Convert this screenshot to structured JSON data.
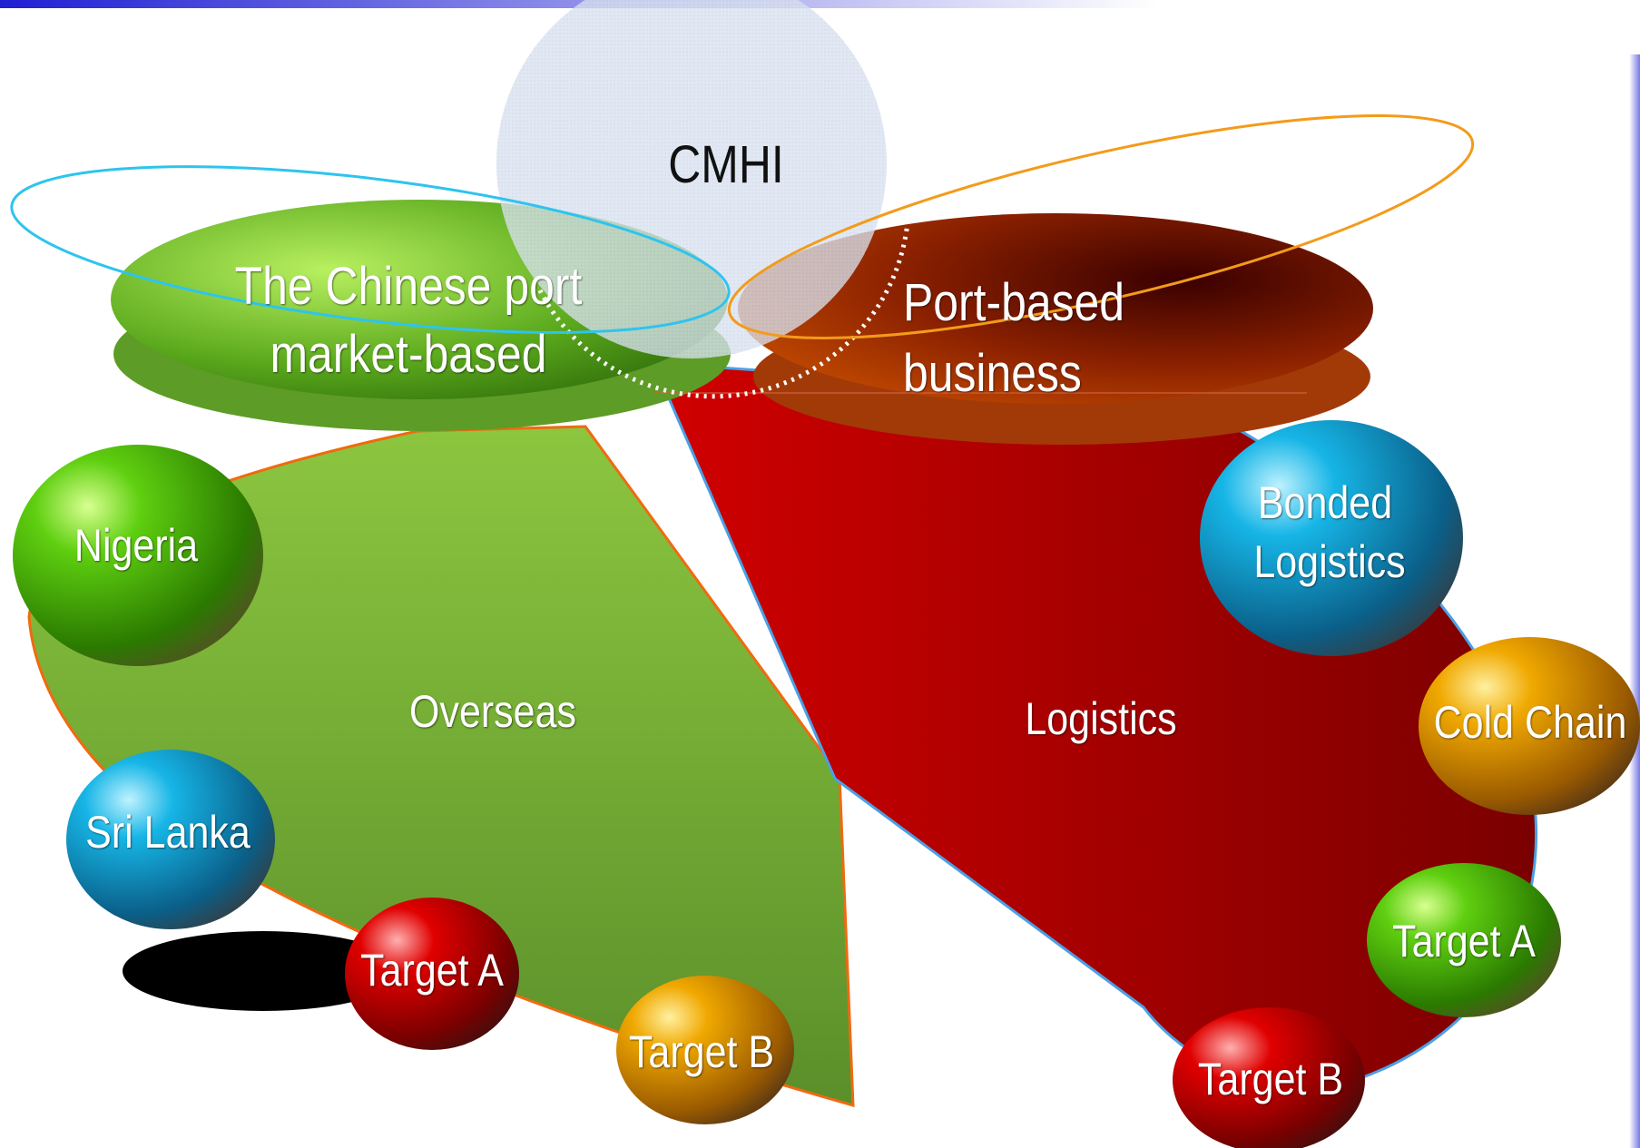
{
  "center": {
    "label": "CMHI"
  },
  "segments": {
    "left": {
      "title_line1": "The Chinese port",
      "title_line2": "market-based",
      "region_label": "Overseas"
    },
    "right": {
      "title_line1": "Port-based",
      "title_line2": "business",
      "region_label": "Logistics"
    }
  },
  "left_nodes": [
    {
      "label": "Nigeria",
      "color": "green"
    },
    {
      "label": "Sri Lanka",
      "color": "blue"
    },
    {
      "label": "Target A",
      "color": "red"
    },
    {
      "label": "Target B",
      "color": "orange"
    }
  ],
  "right_nodes": [
    {
      "label_line1": "Bonded",
      "label_line2": "Logistics",
      "color": "blue"
    },
    {
      "label": "Cold Chain",
      "color": "orange"
    },
    {
      "label": "Target A",
      "color": "green"
    },
    {
      "label": "Target B",
      "color": "red"
    }
  ],
  "colors": {
    "green": "#6aa52a",
    "red": "#b40000",
    "blue": "#0e8fc0",
    "orange": "#d58a00",
    "cyan_ring": "#2ec4ee",
    "orange_ring": "#f39b1a",
    "header_bar": "#2020d0"
  }
}
